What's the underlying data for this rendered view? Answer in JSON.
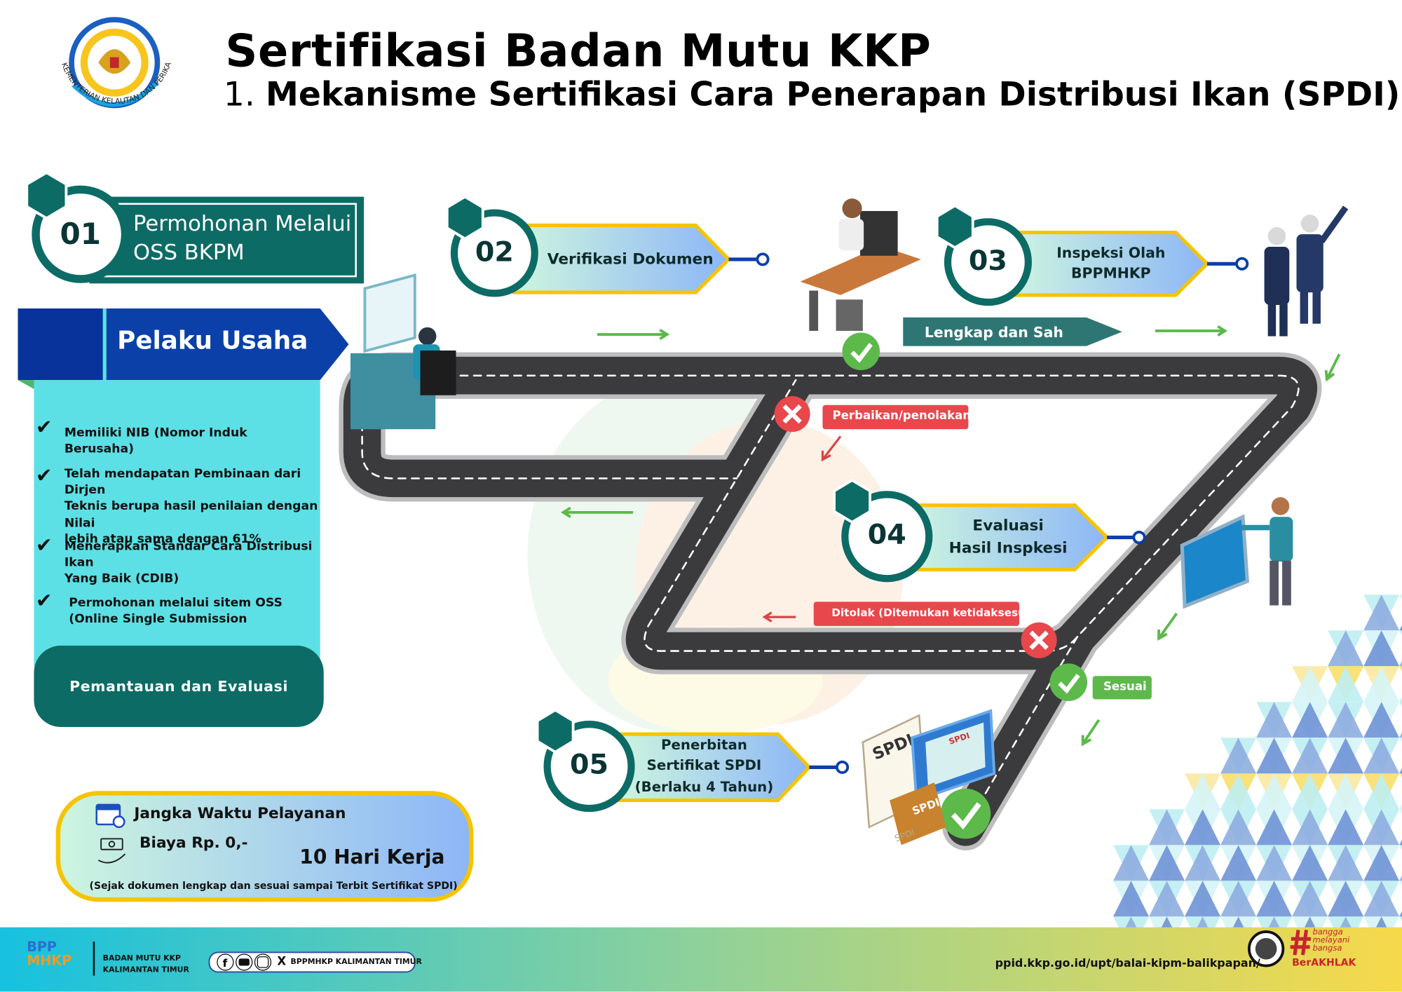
{
  "header": {
    "title": "Sertifikasi Badan Mutu KKP",
    "subtitle_number": "1.",
    "subtitle": "Mekanisme Sertifikasi Cara Penerapan Distribusi Ikan (SPDI)",
    "logo_text": "KEMENTERIAN KELAUTAN DAN PERIKANAN"
  },
  "colors": {
    "teal": "#0d6b66",
    "blue": "#0a40a8",
    "cyan_panel": "#5ce0e6",
    "yellow": "#f5c400",
    "red": "#e8474c",
    "green": "#5cb94a"
  },
  "left": {
    "step": {
      "number": "01",
      "label_line1": "Permohonan Melalui",
      "label_line2": "OSS BKPM"
    },
    "banner": "Pelaku Usaha",
    "requirements": [
      {
        "lines": [
          "Memiliki NIB (Nomor Induk Berusaha)"
        ]
      },
      {
        "lines": [
          "Telah mendapatan Pembinaan dari Dirjen",
          "Teknis berupa hasil penilaian dengan Nilai",
          "lebih atau sama dengan 61%"
        ]
      },
      {
        "lines": [
          "Menerapkan Standar Cara Distribusi Ikan",
          "Yang Baik (CDIB)"
        ]
      },
      {
        "lines": [
          "Permohonan melalui sitem OSS",
          "(Online Single Submission"
        ]
      }
    ],
    "monitor_button": "Pemantauan dan Evaluasi"
  },
  "steps": [
    {
      "number": "02",
      "lines": [
        "Verifikasi Dokumen"
      ]
    },
    {
      "number": "03",
      "lines": [
        "Inspeksi Olah",
        "BPPMHKP"
      ]
    },
    {
      "number": "04",
      "lines": [
        "Evaluasi",
        "Hasil Inspkesi"
      ]
    },
    {
      "number": "05",
      "lines": [
        "Penerbitan",
        "Sertifikat SPDI",
        "(Berlaku 4 Tahun)"
      ]
    }
  ],
  "road_labels": {
    "complete": "Lengkap dan Sah",
    "revision": "Perbaikan/penolakan",
    "rejected": "Ditolak (Ditemukan ketidaksesuaian)",
    "approved": "Sesuai"
  },
  "document_labels": [
    "SPDI",
    "SPDI",
    "SPDI",
    "SPDI"
  ],
  "service": {
    "duration_label": "Jangka Waktu Pelayanan",
    "fee": "Biaya Rp. 0,-",
    "duration": "10 Hari Kerja",
    "note": "(Sejak dokumen lengkap dan sesuai sampai Terbit Sertifikat SPDI)"
  },
  "footer": {
    "logo_line1": "BPP",
    "logo_line2": "MHKP",
    "org_line1": "BADAN MUTU KKP",
    "org_line2": "KALIMANTAN TIMUR",
    "social_x": "X",
    "social_handle": "BPPMHKP KALIMANTAN TIMUR",
    "url": "ppid.kkp.go.id/upt/balai-kipm-balikpapan/",
    "berakhlak_line1": "bangga",
    "berakhlak_line2": "melayani",
    "berakhlak_line3": "bangsa",
    "berakhlak": "BerAKHLAK"
  }
}
